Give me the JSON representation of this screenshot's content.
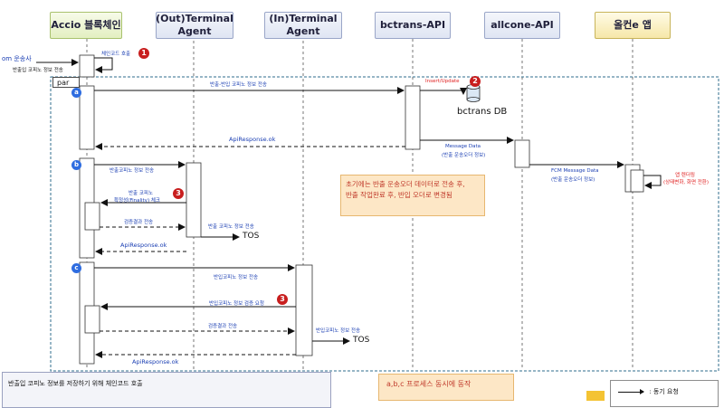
{
  "lanes": [
    {
      "id": "accio",
      "label": "Accio 블록체인"
    },
    {
      "id": "out",
      "label": "(Out)Terminal Agent"
    },
    {
      "id": "in",
      "label": "(In)Terminal Agent"
    },
    {
      "id": "bctrans",
      "label": "bctrans-API"
    },
    {
      "id": "allcone",
      "label": "allcone-API"
    },
    {
      "id": "app",
      "label": "올컨e 앱"
    }
  ],
  "left_labels": {
    "from": "om 운송사",
    "sub": "반출입 코피노 정보 전송"
  },
  "par_label": "par",
  "sections": {
    "a": "a",
    "b": "b",
    "c": "c"
  },
  "numbers": {
    "one": "1",
    "two": "2",
    "three_b": "3",
    "three_c": "3"
  },
  "messages": {
    "chaincode_call": "체인코드 호출",
    "a_send": "반출-반입 코피노 정보 전송",
    "insert_update": "Insert/Update",
    "bctrans_db": "bctrans DB",
    "a_resp": "ApiResponse.ok",
    "message_data": "Message Data",
    "message_data_sub": "(반출 운송오더 정보)",
    "fcm_data": "FCM Message Data",
    "fcm_data_sub": "(반출 운송오더 정보)",
    "app_render": "앱 렌더링",
    "app_render_sub": "(상태변화, 화면 전환)",
    "b_send": "반출코피노 정보 전송",
    "b_finality_1": "반출 코피노",
    "b_finality_2": "확정성(Finality) 체크",
    "b_result": "검증결과 전송",
    "b_tos_send": "반출 코피노 정보 전송",
    "b_tos": "TOS",
    "b_resp": "ApiResponse.ok",
    "c_send": "반입코피노 정보 전송",
    "c_check": "반입코피노 정보 검증 요청",
    "c_result": "검증결과 전송",
    "c_tos_send": "반입코피노 정보 전송",
    "c_tos": "TOS",
    "c_resp": "ApiResponse.ok"
  },
  "note": {
    "line1": "초기에는 반출 운송오더 데이터로 전송 후,",
    "line2": "반출 작업완료 후, 반입 오더로 변경됨"
  },
  "footer": {
    "desc": "반출입 코피노 정보를 저장하기 위해 체인코드 호출",
    "process_note": "a,b,c 프로세스 동시에 동작",
    "legend_sync": ": 동기 요청"
  },
  "colors": {
    "accent": "#2f6de0",
    "badge": "#c81e1e",
    "note_bg": "#fde7c6",
    "frame": "#2f6d8c"
  }
}
